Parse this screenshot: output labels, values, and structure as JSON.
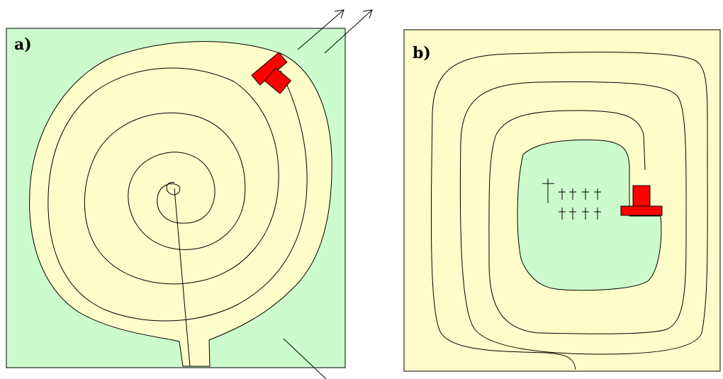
{
  "panels": [
    {
      "id": "a",
      "label": "a)",
      "land": "#ccfccc",
      "road": "#fefcc9"
    },
    {
      "id": "b",
      "label": "b)",
      "land": "#fefcc9",
      "field": "#ccfccc",
      "road": "#fefcc9"
    }
  ],
  "colors": {
    "outline": "#000000",
    "house": "#ff0000"
  },
  "icons": [
    "arrow-icon",
    "house-icon",
    "cross-icon"
  ]
}
